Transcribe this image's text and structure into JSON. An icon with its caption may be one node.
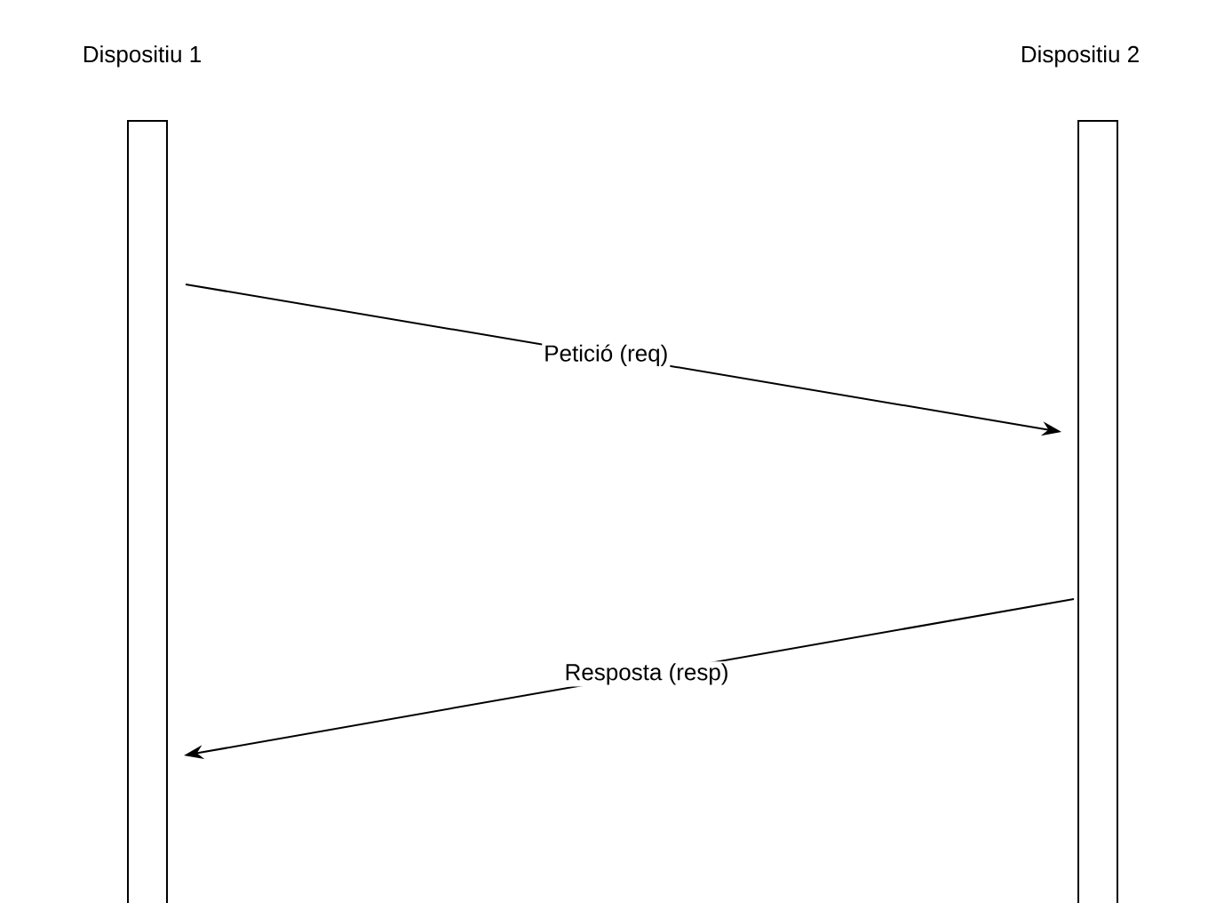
{
  "diagram": {
    "nodes": [
      {
        "text": [
          "Dispositiu 1"
        ]
      },
      {
        "text": [
          "Dispositiu 2"
        ]
      }
    ],
    "edges": [
      {
        "from": 0,
        "to": 1,
        "arrow": "to",
        "label": "Petició (req)"
      },
      {
        "from": 1,
        "to": 0,
        "arrow": "to",
        "label": "Resposta (resp)"
      }
    ]
  }
}
